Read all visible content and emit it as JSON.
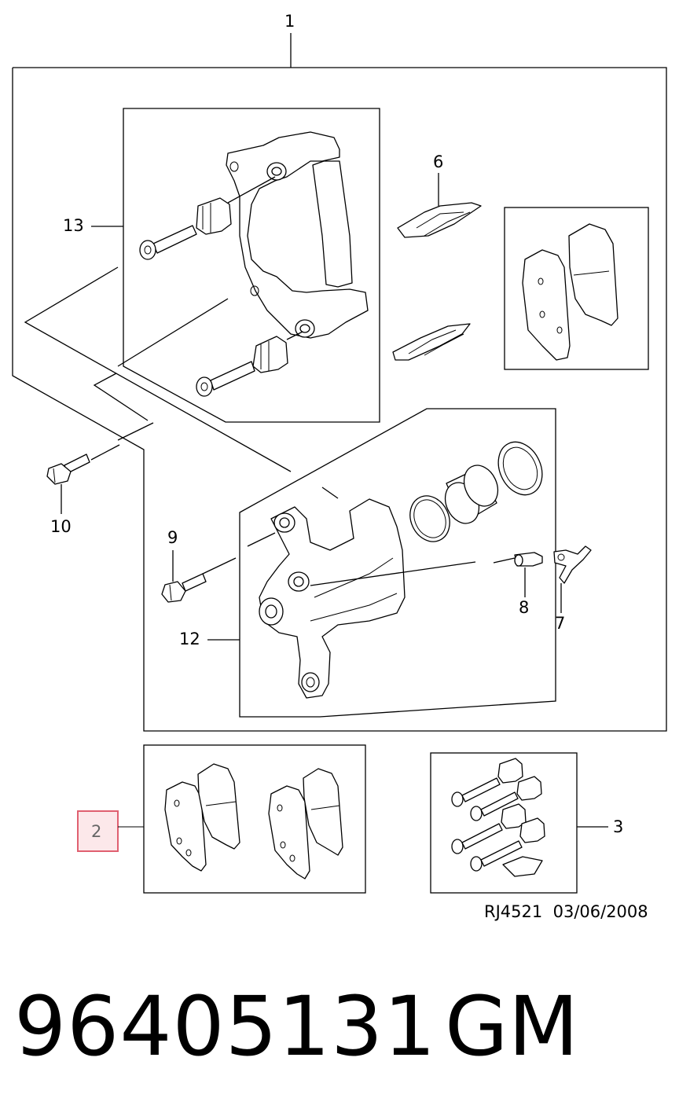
{
  "callouts": {
    "c1": "1",
    "c2": "2",
    "c3": "3",
    "c6": "6",
    "c7": "7",
    "c8": "8",
    "c9": "9",
    "c10": "10",
    "c12": "12",
    "c13": "13"
  },
  "highlight_color": "#e06070",
  "drawing_ref": "RJ4521",
  "drawing_date": "03/06/2008",
  "part_number": "96405131",
  "brand": "GM"
}
